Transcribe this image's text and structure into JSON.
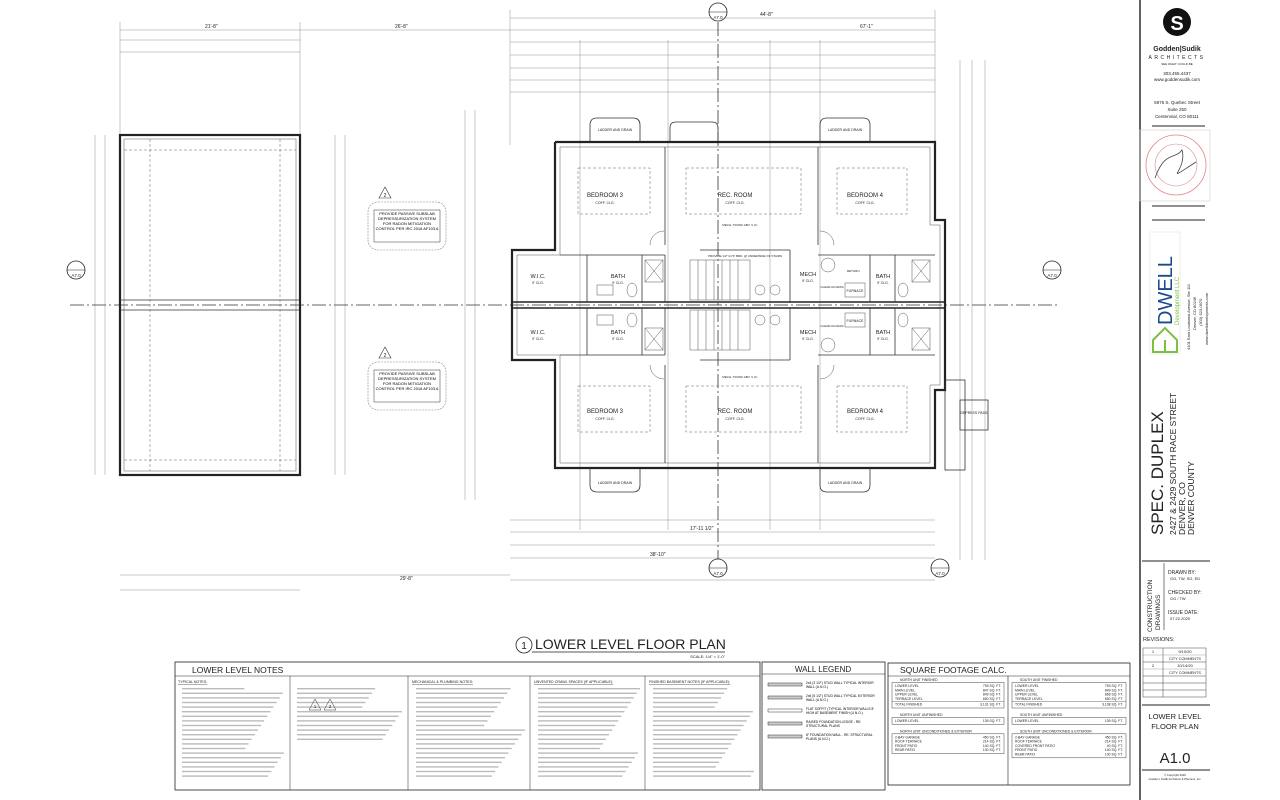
{
  "sheet": {
    "title": "LOWER LEVEL FLOOR PLAN",
    "view_number": "1",
    "scale": "SCALE: 1/4\" = 1'-0\"",
    "grid_ref": "A7.0",
    "overall_dims": [
      "21'-8\"",
      "26'-8\"",
      "44'-8\"",
      "67'-1\"",
      "29'-8\"",
      "38'-10\"",
      "17'-11 1/2\""
    ]
  },
  "plan": {
    "north_unit": {
      "rooms": [
        {
          "name": "BEDROOM 3",
          "note": "COFF. CLG."
        },
        {
          "name": "REC. ROOM",
          "note": "COFF. CLG."
        },
        {
          "name": "BEDROOM 4",
          "note": "COFF. CLG."
        },
        {
          "name": "W.I.C.",
          "note": "9' CLG."
        },
        {
          "name": "BATH",
          "note": "9' CLG."
        },
        {
          "name": "MECH",
          "note": "9' CLG."
        },
        {
          "name": "BATH",
          "note": "9' CLG."
        }
      ],
      "callouts": [
        "FURNACE",
        "CLEAR ACCESS",
        "RETURN",
        "MECH. TRUNK ABV. V.I.F.",
        "LADDER AND DRAIN",
        "PROVIDE 1/2\" GYP. BRD. @ UNDERSIDE OF STAIRS"
      ]
    },
    "south_unit": {
      "rooms": [
        {
          "name": "BEDROOM 3",
          "note": "COFF. CLG."
        },
        {
          "name": "REC. ROOM",
          "note": "COFF. CLG."
        },
        {
          "name": "BEDROOM 4",
          "note": "COFF. CLG."
        },
        {
          "name": "W.I.C.",
          "note": "9' CLG."
        },
        {
          "name": "BATH",
          "note": "9' CLG."
        },
        {
          "name": "MECH",
          "note": "9' CLG."
        },
        {
          "name": "BATH",
          "note": "9' CLG."
        }
      ],
      "callouts": [
        "FURNACE",
        "CLEAR ACCESS",
        "MECH. TRUNK ABV. V.I.F.",
        "LADDER AND DRAIN",
        "DEPRESS PADS"
      ]
    },
    "radon_note": "PROVIDE PASSIVE SUBSLAB DEPRESSURIZATION SYSTEM FOR RADON MITIGATION CONTROL PER IRC 2018 AF103.6",
    "revision_tag": "2"
  },
  "notes": {
    "title": "LOWER LEVEL NOTES",
    "columns": [
      "TYPICAL NOTES:",
      "",
      "MECHANICAL & PLUMBING NOTES:",
      "UNVENTED CRAWL SPACES (IF APPLICABLE):",
      "FINISHED BASEMENT NOTES (IF APPLICABLE):"
    ],
    "revision_tags": [
      "1",
      "2"
    ]
  },
  "wall_legend": {
    "title": "WALL LEGEND",
    "items": [
      "2x4 (3 1/2\") STUD WALL TYPICAL INTERIOR WALL (U.N.O.)",
      "2x6 (5 1/2\") STUD WALL TYPICAL EXTERIOR WALL (U.N.O.)",
      "FLAT SOFFIT (TYPICAL INTERIOR WALLS 8' HIGH AT BASEMENT FINISH (U.N.O.)",
      "RAISED FOUNDATION LEDGE - RE: STRUCTURAL PLANS",
      "8\" FOUNDATION WALL - RE: STRUCTURAL PLANS (U.N.O.)"
    ]
  },
  "square_footage": {
    "title": "SQUARE FOOTAGE CALC.",
    "north": {
      "finished_title": "NORTH UNIT FINISHED",
      "finished": [
        [
          "LOWER LEVEL",
          "793 SQ. FT."
        ],
        [
          "MAIN LEVEL",
          "847 SQ. FT."
        ],
        [
          "UPPER LEVEL",
          "849 SQ. FT."
        ],
        [
          "TERRACE LEVEL",
          "650 SQ. FT."
        ]
      ],
      "total": [
        "TOTAL FINISHED",
        "3,131 SQ. FT."
      ],
      "unfinished_title": "NORTH UNIT UNFINISHED",
      "unfinished": [
        [
          "LOWER LEVEL",
          "139 SQ. FT."
        ]
      ],
      "exterior_title": "NORTH UNIT UNCONDITIONED & EXTERIOR",
      "exterior": [
        [
          "2-BAY GARAGE",
          "450 SQ. FT."
        ],
        [
          "ROOF TERRACE",
          "214 SQ. FT."
        ],
        [
          "FRONT PATIO",
          "140 SQ. FT."
        ],
        [
          "REAR PATIO",
          "130 SQ. FT."
        ]
      ]
    },
    "south": {
      "finished_title": "SOUTH UNIT FINISHED",
      "finished": [
        [
          "LOWER LEVEL",
          "793 SQ. FT."
        ],
        [
          "MAIN LEVEL",
          "849 SQ. FT."
        ],
        [
          "UPPER LEVEL",
          "868 SQ. FT."
        ],
        [
          "TERRACE LEVEL",
          "650 SQ. FT."
        ]
      ],
      "total": [
        "TOTAL FINISHED",
        "3,138 SQ. FT."
      ],
      "unfinished_title": "SOUTH UNIT UNFINISHED",
      "unfinished": [
        [
          "LOWER LEVEL",
          "139 SQ. FT."
        ]
      ],
      "exterior_title": "SOUTH UNIT UNCONDITIONED & EXTERIOR",
      "exterior": [
        [
          "2-BAY GARAGE",
          "450 SQ. FT."
        ],
        [
          "ROOF TERRACE",
          "214 SQ. FT."
        ],
        [
          "COVERED FRONT PATIO",
          "40 SQ. FT."
        ],
        [
          "FRONT PATIO",
          "140 SQ. FT."
        ],
        [
          "REAR PATIO",
          "130 SQ. FT."
        ]
      ]
    }
  },
  "title_block": {
    "architect": {
      "name": "Godden|Sudik",
      "sub": "ARCHITECTS",
      "tagline": "SEE WHAT COULD BE",
      "phone": "303.455.4437",
      "web": "www.goddensudik.com",
      "address": [
        "5975 S. Quebec Street",
        "Suite 250",
        "Centennial, CO 80111"
      ]
    },
    "seal_text": "STATE OF COLORADO",
    "developer": {
      "name": "DWELL",
      "sub": "Development LLC",
      "address": [
        "4101 East Louisiana Avenue, Ste 111",
        "Denver, CO 80246",
        "(303) 523-0970",
        "www.dwelldevelopments.com"
      ]
    },
    "project": {
      "name": "SPEC. DUPLEX",
      "address": [
        "2427 & 2429 SOUTH RACE STREET",
        "DENVER, CO",
        "DENVER COUNTY"
      ]
    },
    "set": [
      "CONSTRUCTION",
      "DRAWINGS"
    ],
    "drawn_by_label": "DRAWN BY:",
    "drawn_by": "GG, TW, SG, ED",
    "checked_by_label": "CHECKED BY:",
    "checked_by": "GG / TW",
    "issue_date_label": "ISSUE DATE:",
    "issue_date": "07.22.2020",
    "revisions_label": "REVISIONS:",
    "revisions": [
      {
        "num": "1",
        "date": "9/10/20",
        "desc": "CITY COMMENTS"
      },
      {
        "num": "2",
        "date": "10/14/20",
        "desc": "CITY COMMENTS"
      }
    ],
    "sheet_title": [
      "LOWER LEVEL",
      "FLOOR PLAN"
    ],
    "sheet_number": "A1.0",
    "copyright": [
      "© Copyright 2020",
      "Godden | Sudik Architects & Planners, Inc."
    ]
  }
}
